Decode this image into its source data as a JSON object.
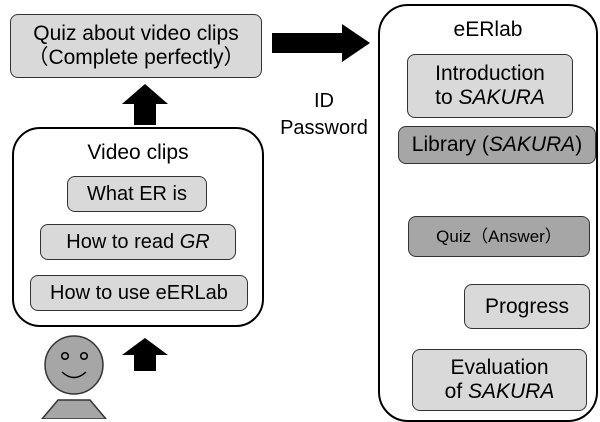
{
  "quiz_clips": {
    "line1": "Quiz about video clips",
    "line2": "（Complete perfectly）"
  },
  "credentials": {
    "line1": "ID",
    "line2": "Password"
  },
  "video_clips": {
    "title": "Video clips",
    "items": [
      {
        "prefix": "What ER is",
        "italic": ""
      },
      {
        "prefix": "How to read ",
        "italic": "GR"
      },
      {
        "prefix": "How to use eERLab",
        "italic": ""
      }
    ]
  },
  "eerlab": {
    "title": "eERlab",
    "introduction": {
      "line1": "Introduction",
      "line2_prefix": "to ",
      "line2_italic": "SAKURA"
    },
    "library": {
      "prefix": "Library (",
      "italic": "SAKURA",
      "suffix": ")"
    },
    "quiz": "Quiz（Answer）",
    "progress": "Progress",
    "evaluation": {
      "line1": "Evaluation",
      "line2_prefix": "of ",
      "line2_italic": "SAKURA"
    }
  },
  "colors": {
    "light_box": "#d9d9d9",
    "dark_box": "#a6a6a6",
    "figure": "#a6a6a6"
  }
}
